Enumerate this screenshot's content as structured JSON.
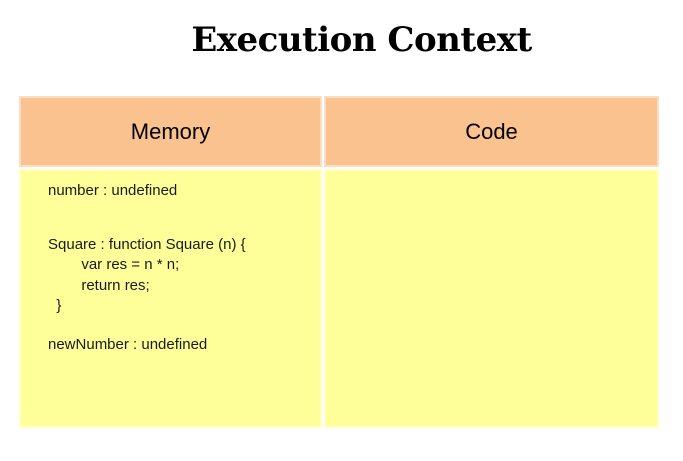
{
  "title": "Execution Context",
  "table": {
    "header": {
      "memory": "Memory",
      "code": "Code"
    },
    "memory": {
      "paragraphs": [
        [
          "number : undefined"
        ],
        [
          "Square : function Square (n) {",
          "        var res = n * n;",
          "        return res;",
          "  }"
        ],
        [
          "newNumber : undefined"
        ]
      ]
    },
    "code": {
      "paragraphs": []
    }
  },
  "colors": {
    "header_bg": "#FAC28E",
    "body_bg": "#FFFF99",
    "divider": "#FFFFFF",
    "title_text": "#000000",
    "body_text": "#1A1A1A",
    "page_bg": "#FFFFFF"
  }
}
